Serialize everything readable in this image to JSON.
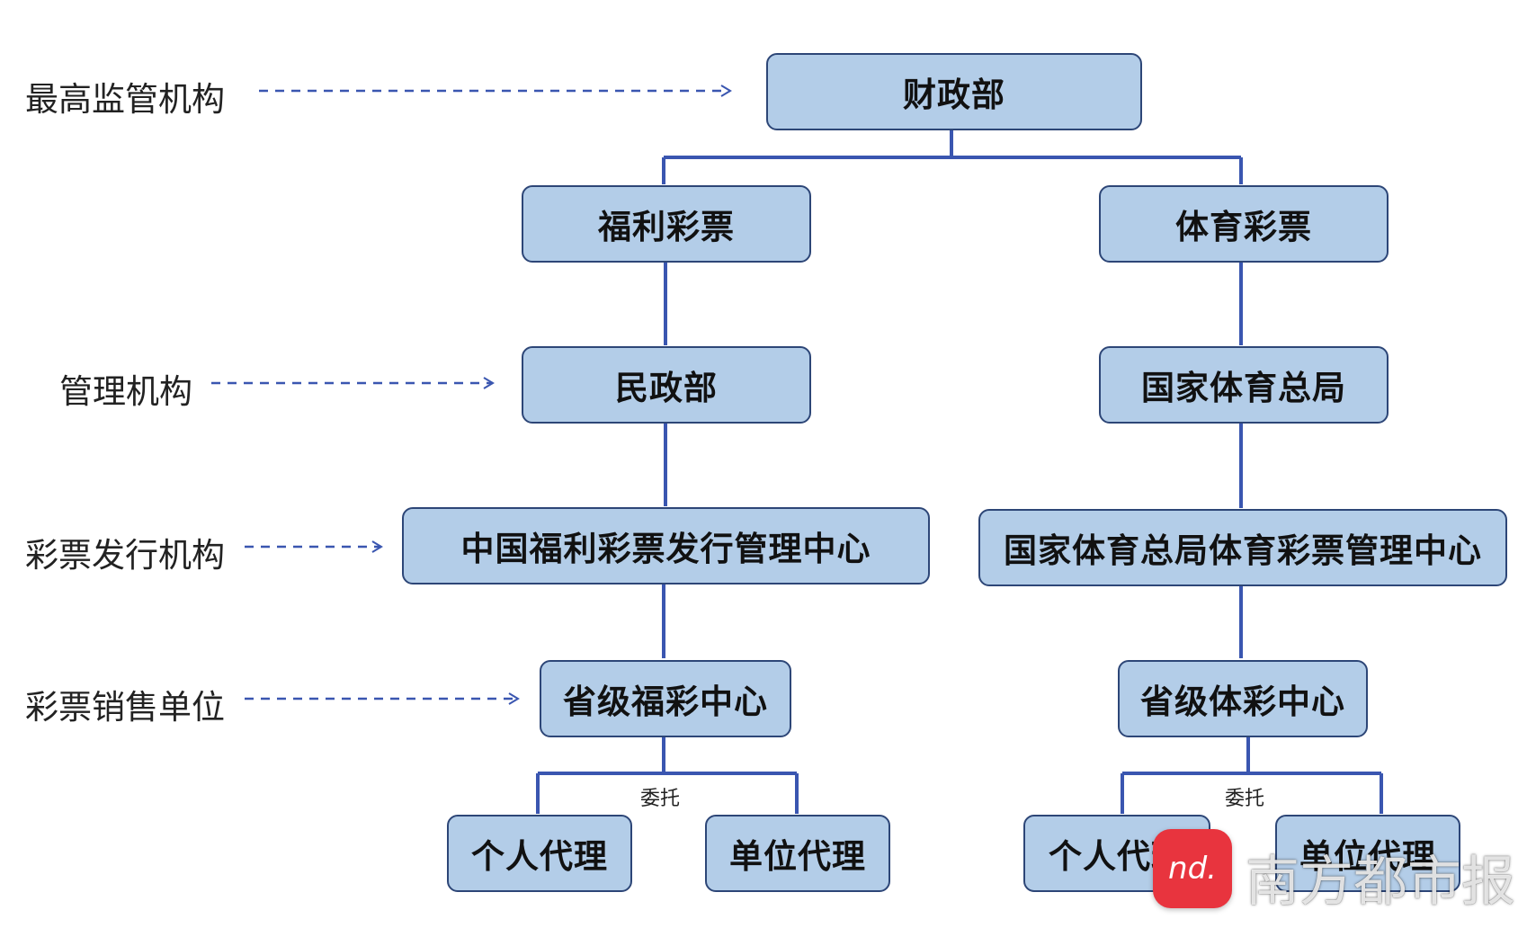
{
  "levels": {
    "supervision": "最高监管机构",
    "management": "管理机构",
    "issuance": "彩票发行机构",
    "sales": "彩票销售单位"
  },
  "nodes": {
    "mof": "财政部",
    "welfare_lottery": "福利彩票",
    "sports_lottery": "体育彩票",
    "civil_affairs": "民政部",
    "sports_admin": "国家体育总局",
    "welfare_center": "中国福利彩票发行管理中心",
    "sports_center": "国家体育总局体育彩票管理中心",
    "prov_welfare": "省级福彩中心",
    "prov_sports": "省级体彩中心",
    "welfare_personal_agent": "个人代理",
    "welfare_unit_agent": "单位代理",
    "sports_personal_agent": "个人代理",
    "sports_unit_agent": "单位代理"
  },
  "edge_labels": {
    "welfare_entrust": "委托",
    "sports_entrust": "委托"
  },
  "watermark": {
    "logo_icon": "nd-logo-icon",
    "logo_glyph": "nd.",
    "brand": "南方都市报"
  },
  "colors": {
    "box_fill": "#b3cde8",
    "box_border": "#2d4677",
    "connector": "#3a56b0",
    "logo": "#e8343e"
  }
}
